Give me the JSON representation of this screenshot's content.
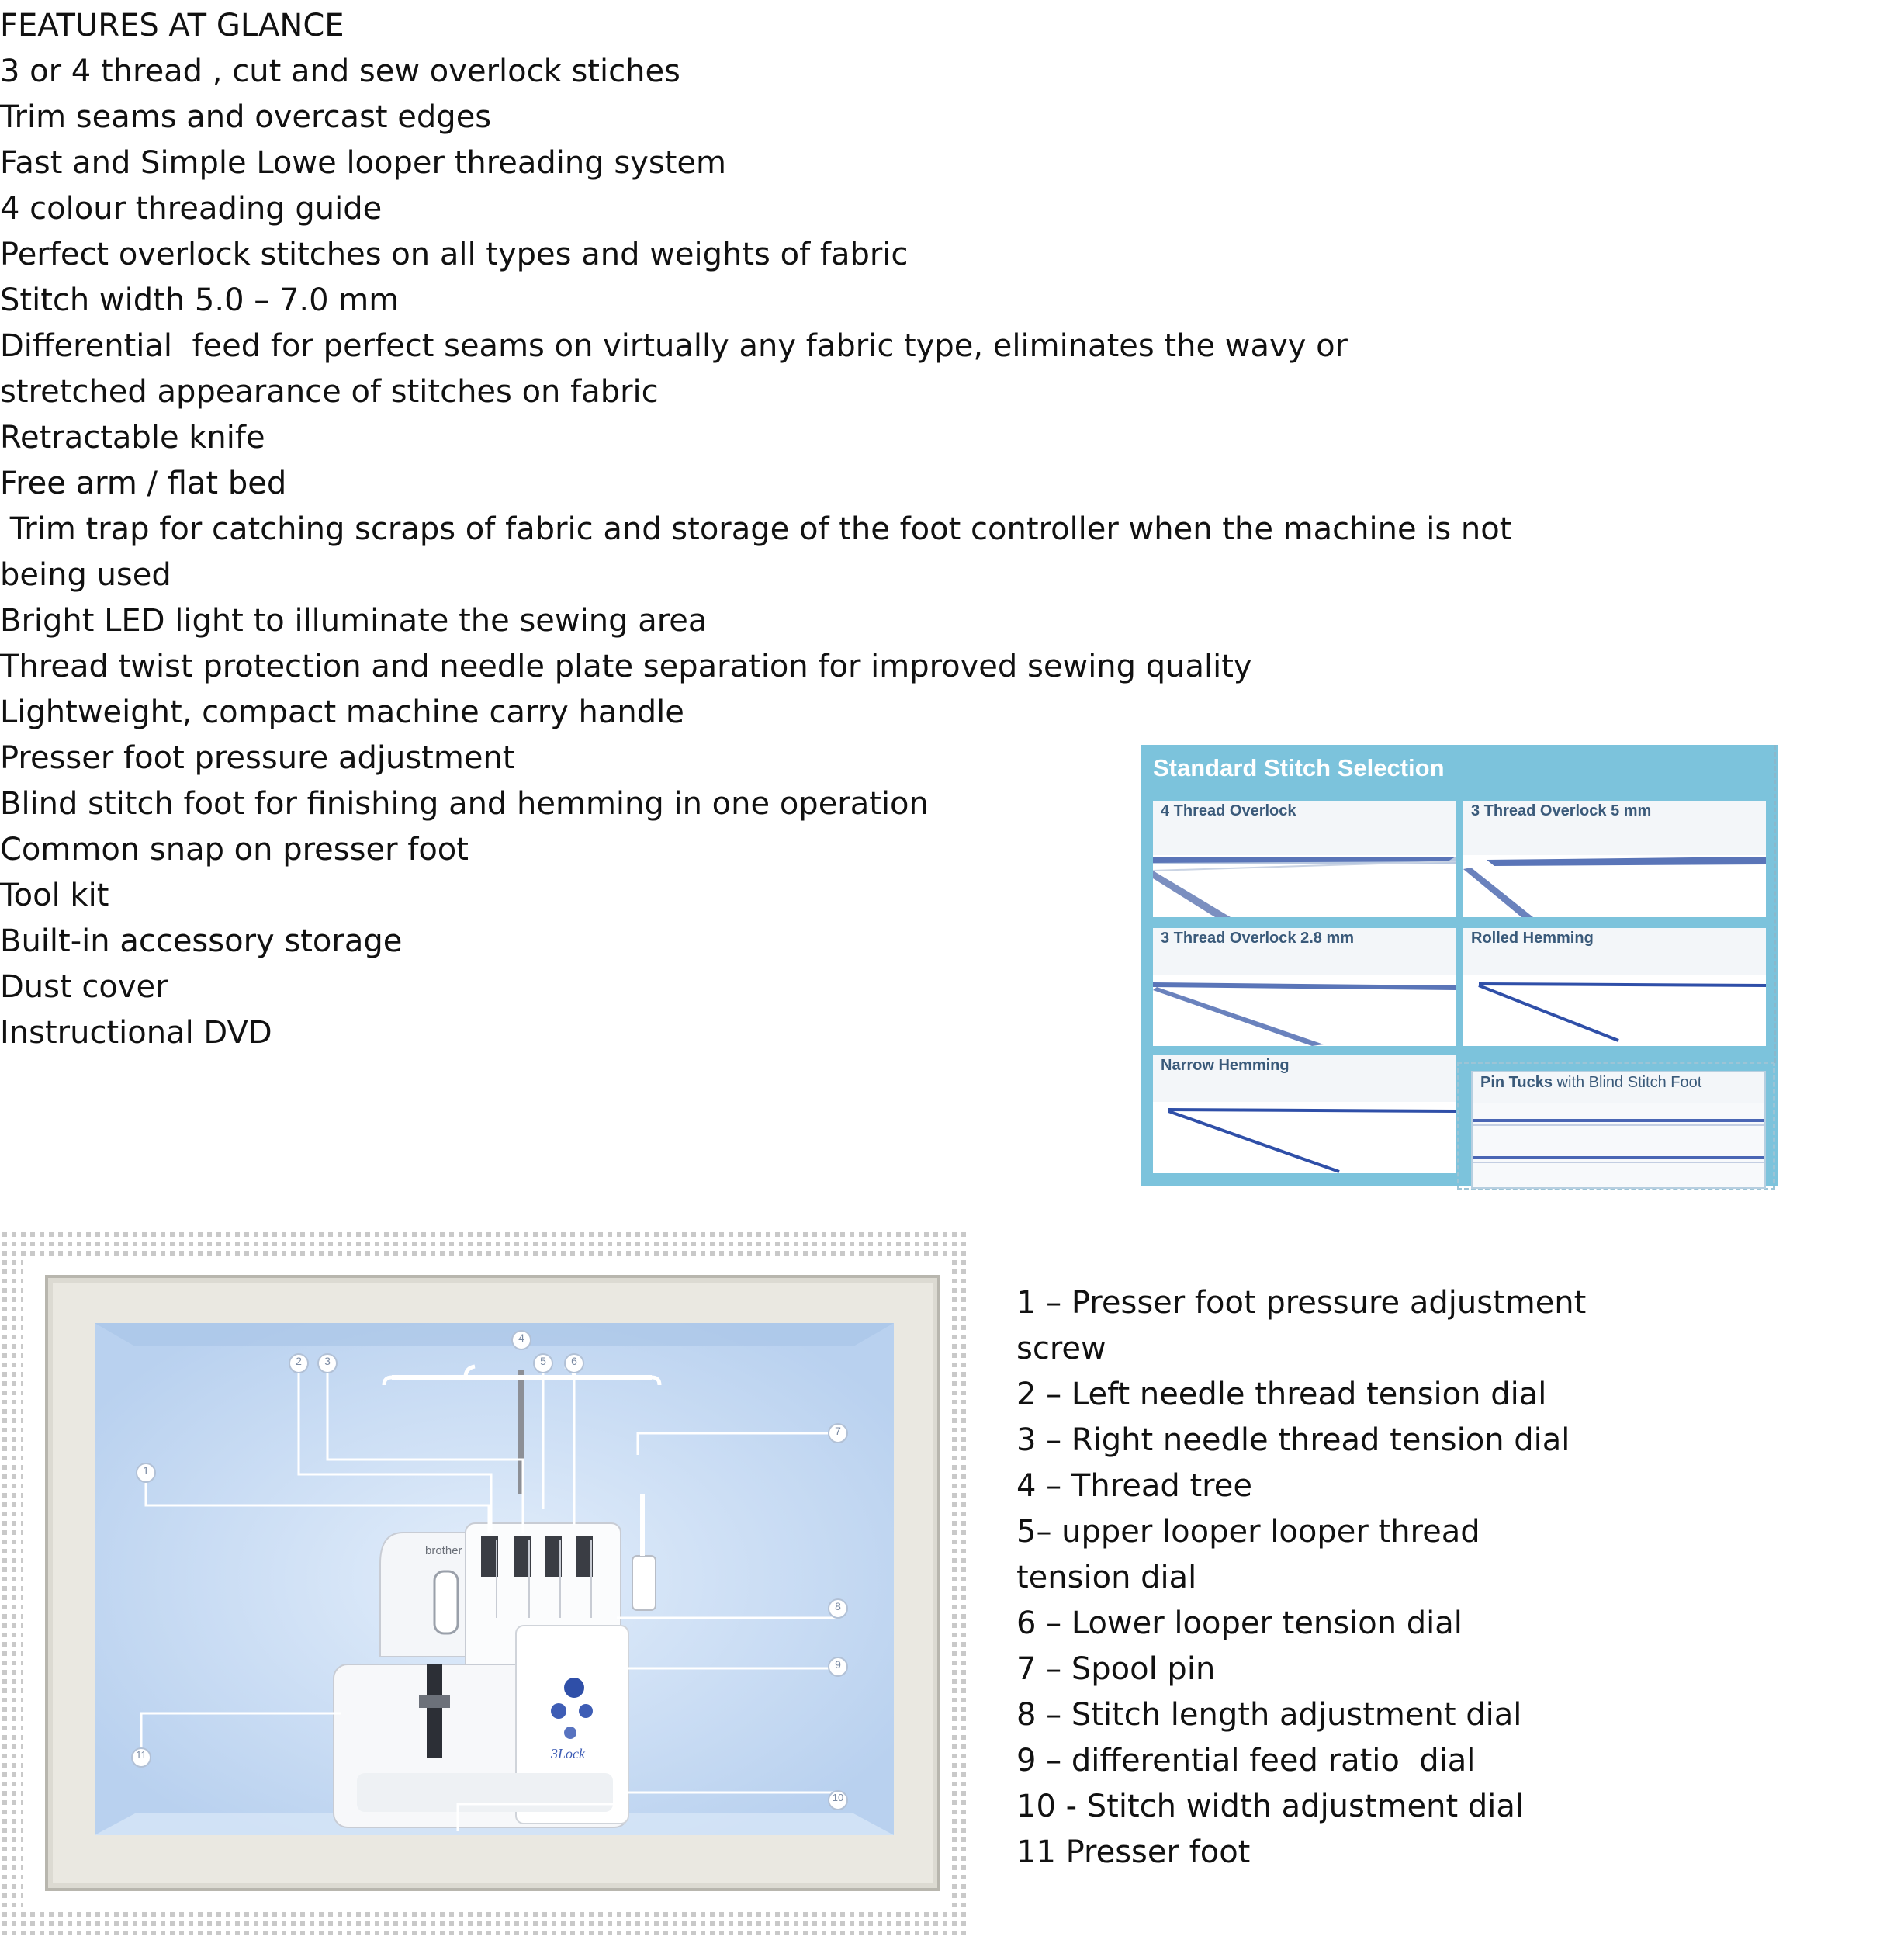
{
  "features": {
    "heading": "FEATURES AT GLANCE",
    "items": [
      "3 or 4 thread , cut and sew overlock stiches",
      "Trim seams and overcast edges",
      "Fast and Simple Lowe looper threading system",
      "4 colour threading guide",
      "Perfect overlock stitches on all types and weights of fabric",
      "Stitch width 5.0 – 7.0 mm",
      "Differential  feed for perfect seams on virtually any fabric type, eliminates the wavy or stretched appearance of stitches on fabric",
      "Retractable knife",
      "Free arm / flat bed",
      " Trim trap for catching scraps of fabric and storage of the foot controller when the machine is not being used",
      "Bright LED light to illuminate the sewing area",
      "Thread twist protection and needle plate separation for improved sewing quality",
      "Lightweight, compact machine carry handle",
      "Presser foot pressure adjustment",
      "Blind stitch foot for finishing and hemming in one operation",
      "Common snap on presser foot",
      "Tool kit",
      "Built-in accessory storage",
      "Dust cover",
      "Instructional DVD"
    ]
  },
  "stitch_panel": {
    "title": "Standard Stitch Selection",
    "tiles": [
      {
        "label": "4 Thread Overlock"
      },
      {
        "label": "3 Thread Overlock 5 mm"
      },
      {
        "label": "3 Thread Overlock 2.8 mm"
      },
      {
        "label": "Rolled Hemming"
      },
      {
        "label": "Narrow Hemming"
      },
      {
        "label_bold": "Pin Tucks",
        "label_light": " with Blind Stitch Foot"
      }
    ],
    "colors": {
      "frame": "#7cc3dc",
      "thread": "#2f4fa8"
    }
  },
  "machine": {
    "brand": "brother",
    "model": "3Lock",
    "callouts": [
      "1",
      "2",
      "3",
      "4",
      "5",
      "6",
      "7",
      "8",
      "9",
      "10",
      "11"
    ]
  },
  "legend": {
    "items": [
      "1 – Presser foot pressure adjustment screw",
      "2 – Left needle thread tension dial",
      "3 – Right needle thread tension dial",
      "4 – Thread tree",
      "5– upper looper looper thread tension dial",
      "6 – Lower looper tension dial",
      "7 – Spool pin",
      "8 – Stitch length adjustment dial",
      "9 – differential feed ratio  dial",
      "10 - Stitch width adjustment dial",
      "11 Presser foot"
    ]
  }
}
